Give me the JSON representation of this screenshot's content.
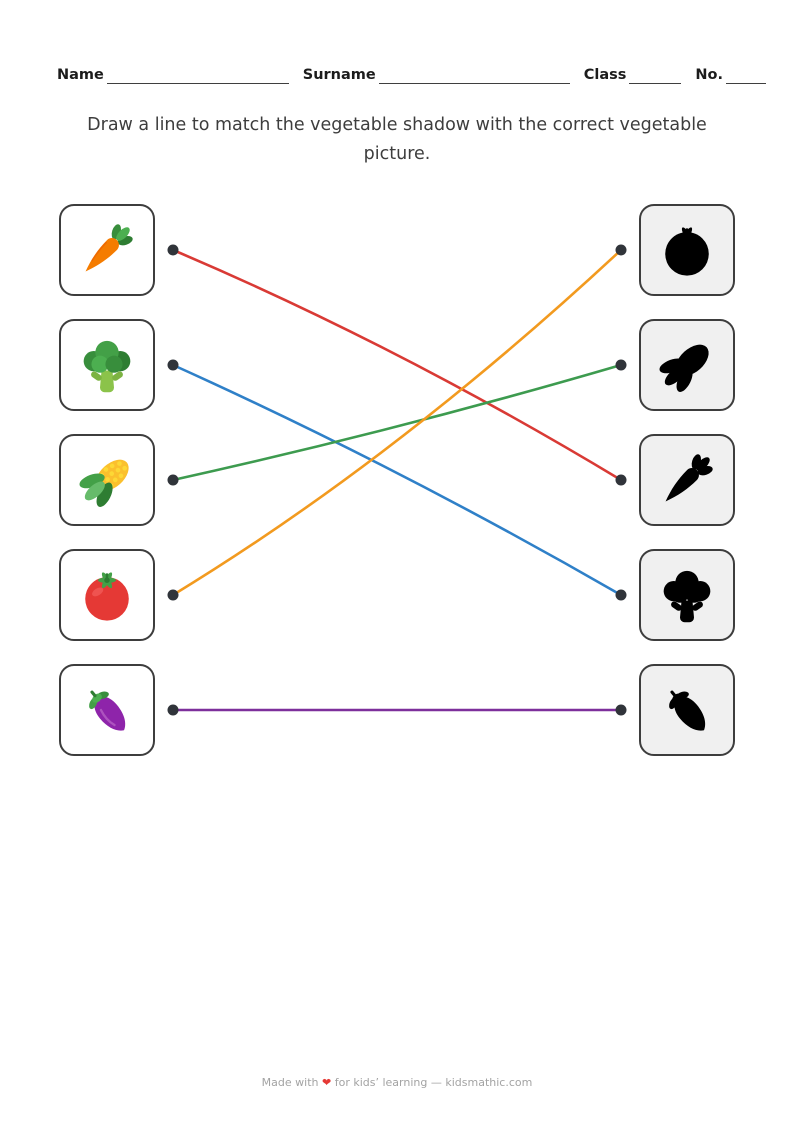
{
  "header": {
    "name_label": "Name",
    "surname_label": "Surname",
    "class_label": "Class",
    "no_label": "No."
  },
  "title": "Draw a line to match the vegetable shadow with the correct vegetable picture.",
  "matching": {
    "left_column": [
      {
        "id": "carrot",
        "symbol_ref": "#veg-carrot"
      },
      {
        "id": "broccoli",
        "symbol_ref": "#veg-broccoli"
      },
      {
        "id": "corn",
        "symbol_ref": "#veg-corn"
      },
      {
        "id": "tomato",
        "symbol_ref": "#veg-tomato"
      },
      {
        "id": "eggplant",
        "symbol_ref": "#veg-eggplant"
      }
    ],
    "right_column": [
      {
        "id": "tomato-shadow",
        "shadow_of": "tomato",
        "symbol_ref": "#veg-tomato"
      },
      {
        "id": "corn-shadow",
        "shadow_of": "corn",
        "symbol_ref": "#veg-corn"
      },
      {
        "id": "carrot-shadow",
        "shadow_of": "carrot",
        "symbol_ref": "#veg-carrot"
      },
      {
        "id": "broccoli-shadow",
        "shadow_of": "broccoli",
        "symbol_ref": "#veg-broccoli"
      },
      {
        "id": "eggplant-shadow",
        "shadow_of": "eggplant",
        "symbol_ref": "#veg-eggplant"
      }
    ],
    "connections": [
      {
        "vegetable": "carrot",
        "from_row": 1,
        "to_row": 3,
        "color": "#d93a35"
      },
      {
        "vegetable": "broccoli",
        "from_row": 2,
        "to_row": 4,
        "color": "#2f80c8"
      },
      {
        "vegetable": "corn",
        "from_row": 3,
        "to_row": 2,
        "color": "#3d9b4f"
      },
      {
        "vegetable": "tomato",
        "from_row": 4,
        "to_row": 1,
        "color": "#f29a1f"
      },
      {
        "vegetable": "eggplant",
        "from_row": 5,
        "to_row": 5,
        "color": "#7d2f9b"
      }
    ]
  },
  "footer": {
    "prefix": "Made with",
    "heart": "❤",
    "heart_color": "#e53935",
    "suffix": "for kids’ learning — kidsmathic.com"
  }
}
